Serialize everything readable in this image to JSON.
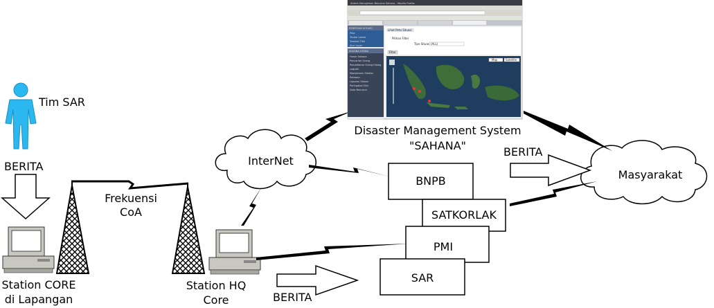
{
  "labels": {
    "tim_sar": "Tim SAR",
    "berita_left": "BERITA",
    "frequency_line1": "Frekuensi",
    "frequency_line2": "CoA",
    "station_core_line1": "Station CORE",
    "station_core_line2": "di Lapangan",
    "station_hq_line1": "Station HQ",
    "station_hq_line2": "Core",
    "internet": "InterNet",
    "dms_line1": "Disaster Management System",
    "dms_line2": "\"SAHANA\"",
    "berita_top_right": "BERITA",
    "masyarakat": "Masyarakat",
    "berita_bottom": "BERITA"
  },
  "boxes": {
    "bnpb": "BNPB",
    "satkorlak": "SATKORLAK",
    "pmi": "PMI",
    "sar": "SAR"
  },
  "screenshot": {
    "titlebar": "Sistem Manajemen Bencana Sahana – Mozilla Firefox",
    "sidebar_header": "PEMETAAN SITUASI",
    "sidebar_items": [
      "Peta",
      "Tandai Lokasi",
      "Tambah Titik",
      "Atur Layer"
    ],
    "sidebar_header2": "SAHANA UTAMA",
    "sidebar_items2": [
      "Home Sahana",
      "Pencarian Orang",
      "Pendaftaran Orang Hilang",
      "Logistik",
      "Manajemen Shelter",
      "Relawan",
      "Laporan Situasi",
      "Peringatan Dini",
      "Data Bencana"
    ],
    "content_title": "Lihat Peta Situasi",
    "filter_label": "Pilihan Filter",
    "type_label": "Tipe Situasi",
    "type_value": "(ALL)",
    "filter_button": "Filter",
    "map_buttons": [
      "Map",
      "Satellite"
    ]
  }
}
